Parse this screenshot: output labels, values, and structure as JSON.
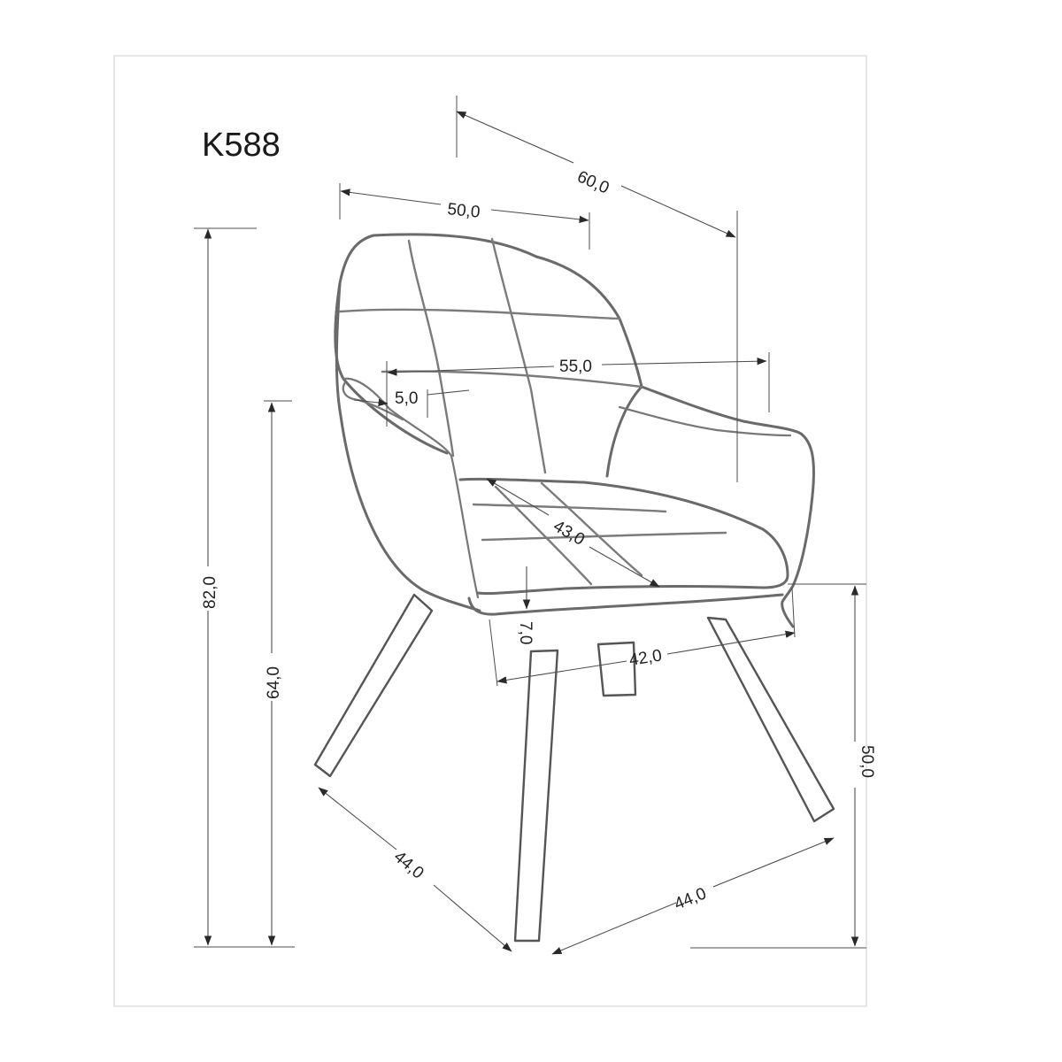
{
  "model": "K588",
  "dimensions": {
    "total_depth": "60,0",
    "seat_width_top": "50,0",
    "total_height": "82,0",
    "armrest_height": "64,0",
    "armrest_width": "55,0",
    "armrest_thickness": "5,0",
    "seat_depth": "43,0",
    "seat_thickness": "7,0",
    "seat_width_bottom": "42,0",
    "seat_height": "50,0",
    "leg_span_left": "44,0",
    "leg_span_right": "44,0"
  },
  "colors": {
    "outline": "#6a6a6a",
    "dimension_lines": "#4d4d4d",
    "frame": "#d6d6d6",
    "text": "#222222"
  }
}
